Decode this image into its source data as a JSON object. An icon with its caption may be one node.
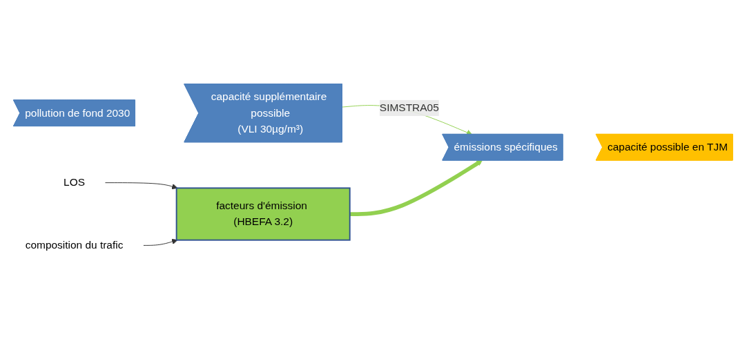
{
  "diagram": {
    "nodes": [
      {
        "text": [
          "pollution de fond 2030"
        ]
      },
      {
        "text": [
          "capacité supplémentaire possible",
          "(VLI 30µg/m³)"
        ]
      },
      {
        "text": [
          "émissions spécifiques"
        ]
      },
      {
        "text": [
          "capacité possible en TJM"
        ]
      },
      {
        "text": [
          "facteurs d'émission (HBEFA 3.2)"
        ]
      },
      {
        "text": [
          "LOS"
        ]
      },
      {
        "text": [
          "composition du trafic"
        ]
      }
    ],
    "edges": [
      {
        "from": 1,
        "to": 2,
        "arrow": "to",
        "label": "SIMSTRA05",
        "color": "#92d050"
      },
      {
        "from": 4,
        "to": 2,
        "arrow": "to",
        "style": "thick",
        "color": "#92d050"
      },
      {
        "from": 5,
        "to": 4,
        "arrow": "to",
        "color": "#333333"
      },
      {
        "from": 6,
        "to": 4,
        "arrow": "to",
        "color": "#333333"
      }
    ]
  }
}
